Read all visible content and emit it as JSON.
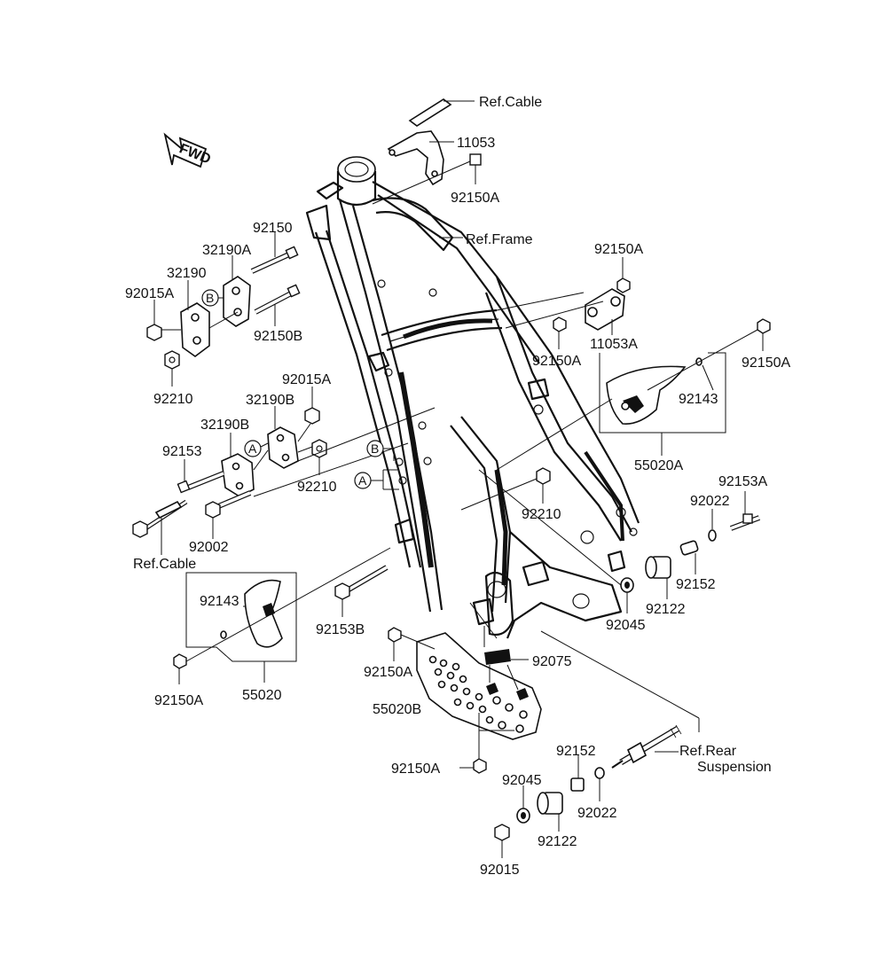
{
  "fwd_badge": "FWD",
  "labels": {
    "ref_cable_top": "Ref.Cable",
    "p11053": "11053",
    "p92150A_top": "92150A",
    "ref_frame": "Ref.Frame",
    "p92150": "92150",
    "p32190A": "32190A",
    "p32190": "32190",
    "p92015A_left": "92015A",
    "p92150B": "92150B",
    "p92210_left": "92210",
    "p92015A_mid": "92015A",
    "p32190B_upper": "32190B",
    "p32190B_lower": "32190B",
    "p92153": "92153",
    "p92210_mid": "92210",
    "p92002": "92002",
    "ref_cable_left": "Ref.Cable",
    "p92150A_right_top": "92150A",
    "p11053A": "11053A",
    "p92150A_right_mid": "92150A",
    "p92150A_far_right": "92150A",
    "p92143_right": "92143",
    "p55020A": "55020A",
    "p92153A": "92153A",
    "p92022_right": "92022",
    "p92210_center": "92210",
    "p92152_right": "92152",
    "p92122_right": "92122",
    "p92045_right": "92045",
    "p92143_left": "92143",
    "p92153B": "92153B",
    "p92150A_left_low": "92150A",
    "p55020": "55020",
    "p92150A_skid": "92150A",
    "p92075": "92075",
    "p55020B": "55020B",
    "p92150A_bottom": "92150A",
    "ref_rear_1": "Ref.Rear",
    "ref_rear_2": "Suspension",
    "p92152_bottom": "92152",
    "p92045_bottom": "92045",
    "p92022_bottom": "92022",
    "p92122_bottom": "92122",
    "p92015_bottom": "92015",
    "circle_B_upper": "B",
    "circle_A_upper": "A",
    "circle_B_frame": "B",
    "circle_A_frame": "A"
  }
}
